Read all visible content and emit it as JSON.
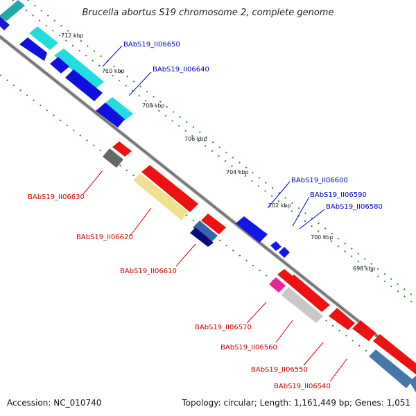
{
  "title": "Brucella abortus S19 chromosome 2, complete genome",
  "footer": {
    "accession": "Accession: NC_010740",
    "summary": "Topology: circular; Length: 1,161,449 bp; Genes: 1,051"
  },
  "colors": {
    "forward_label": "#0000cc",
    "reverse_label": "#cc0000",
    "backbone": "#888888",
    "tick": "#2e8b2e"
  },
  "ticks": [
    "712 kbp",
    "710 kbp",
    "708 kbp",
    "706 kbp",
    "704 kbp",
    "702 kbp",
    "700 kbp",
    "698 kbp"
  ],
  "forward_labels": [
    "BAbS19_II06650",
    "BAbS19_II06640",
    "BAbS19_II06600",
    "BAbS19_II06590",
    "BAbS19_II06580"
  ],
  "reverse_labels": [
    "BAbS19_II06630",
    "BAbS19_II06620",
    "BAbS19_II06610",
    "BAbS19_II06570",
    "BAbS19_II06560",
    "BAbS19_II06550",
    "BAbS19_II06540"
  ]
}
